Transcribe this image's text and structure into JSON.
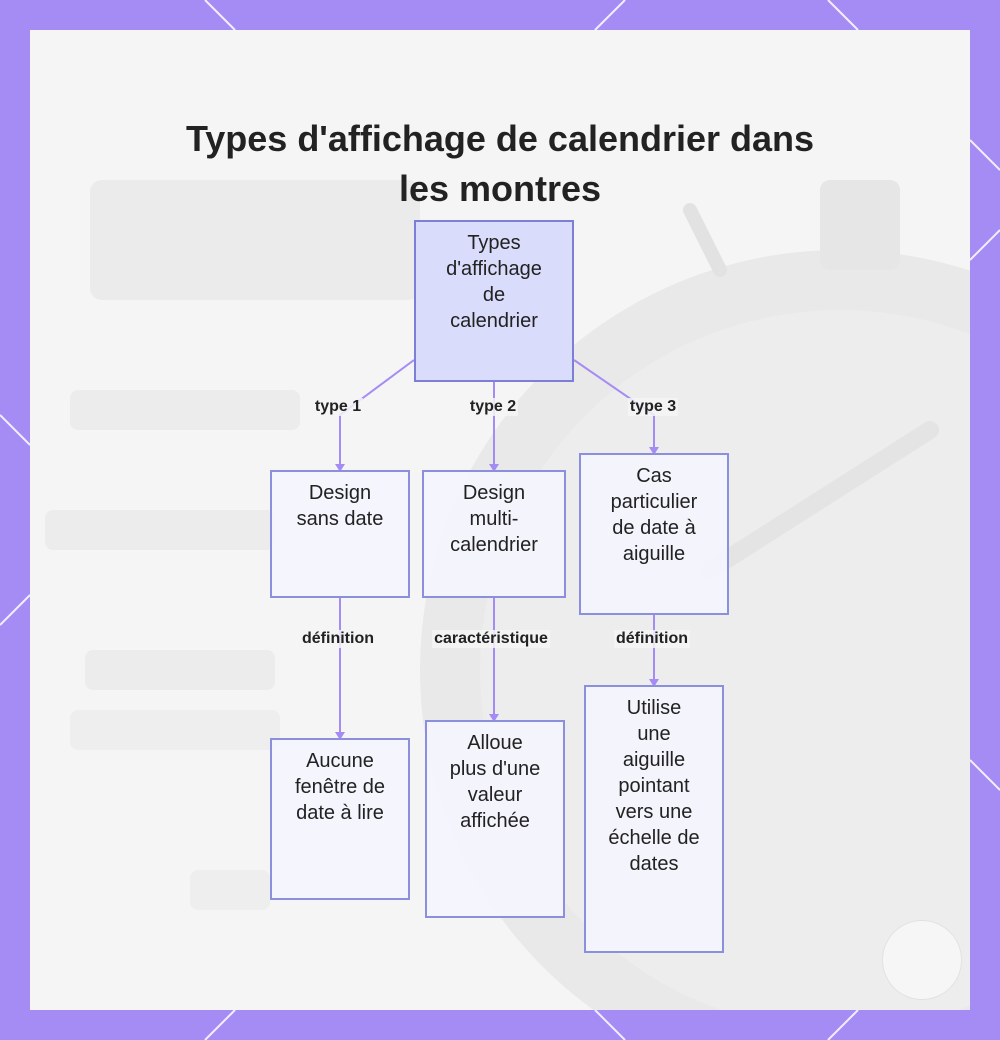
{
  "title": {
    "line1": "Types d'affichage de calendrier dans",
    "line2": "les montres"
  },
  "nodes": {
    "root": [
      "Types",
      "d'affichage",
      "de",
      "calendrier"
    ],
    "type1": [
      "Design",
      "sans date"
    ],
    "type2": [
      "Design",
      "multi-",
      "calendrier"
    ],
    "type3": [
      "Cas",
      "particulier",
      "de date à",
      "aiguille"
    ],
    "leaf1": [
      "Aucune",
      "fenêtre de",
      "date à lire"
    ],
    "leaf2": [
      "Alloue",
      "plus d'une",
      "valeur",
      "affichée"
    ],
    "leaf3": [
      "Utilise",
      "une",
      "aiguille",
      "pointant",
      "vers une",
      "échelle de",
      "dates"
    ]
  },
  "edges": {
    "e1": "type 1",
    "e2": "type 2",
    "e3": "type 3",
    "e4": "définition",
    "e5": "caractéristique",
    "e6": "définition"
  },
  "colors": {
    "frame": "#a58cf4",
    "node_fill": "#f3f4fd",
    "root_fill": "#d9dcfb",
    "node_border": "#8c8fdc",
    "edge": "#a58cf4"
  }
}
